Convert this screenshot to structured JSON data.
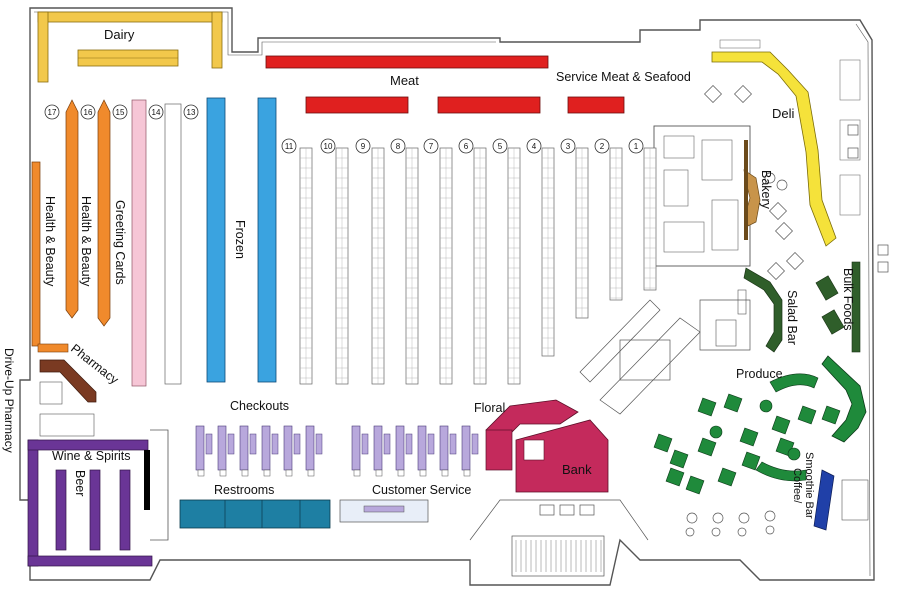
{
  "map": {
    "departments": {
      "dairy": "Dairy",
      "meat": "Meat",
      "service_meat": "Service Meat & Seafood",
      "deli": "Deli",
      "bakery": "Bakery",
      "bulk_foods": "Bulk Foods",
      "salad_bar": "Salad Bar",
      "produce": "Produce",
      "coffee_bar_line1": "Coffee/",
      "coffee_bar_line2": "Smoothie Bar",
      "floral": "Floral",
      "bank": "Bank",
      "customer_service": "Customer Service",
      "restrooms": "Restrooms",
      "checkouts": "Checkouts",
      "wine_spirits": "Wine & Spirits",
      "beer": "Beer",
      "drive_up_pharmacy": "Drive-Up Pharmacy",
      "pharmacy": "Pharmacy",
      "health_beauty_1": "Health & Beauty",
      "health_beauty_2": "Health & Beauty",
      "greeting_cards": "Greeting Cards",
      "frozen": "Frozen"
    },
    "aisle_numbers": [
      "17",
      "16",
      "15",
      "14",
      "13",
      "11",
      "10",
      "9",
      "8",
      "7",
      "6",
      "5",
      "4",
      "3",
      "2",
      "1"
    ],
    "colors": {
      "dairy": "#f2c84b",
      "meat": "#e0201f",
      "deli": "#f5e23a",
      "health_beauty": "#f08a2c",
      "greeting_cards": "#f6c6d6",
      "frozen": "#3aa3e0",
      "wine_beer": "#6a3596",
      "checkouts": "#b8a8dc",
      "restrooms": "#1e7fa3",
      "bank_floral": "#c42a5c",
      "produce": "#1f8a3b",
      "salad_bulk": "#2f5e2a",
      "pharmacy": "#7a3a22",
      "coffee_bar": "#2040a8",
      "aisle_fill": "#ffffff",
      "wall": "#555555"
    }
  }
}
